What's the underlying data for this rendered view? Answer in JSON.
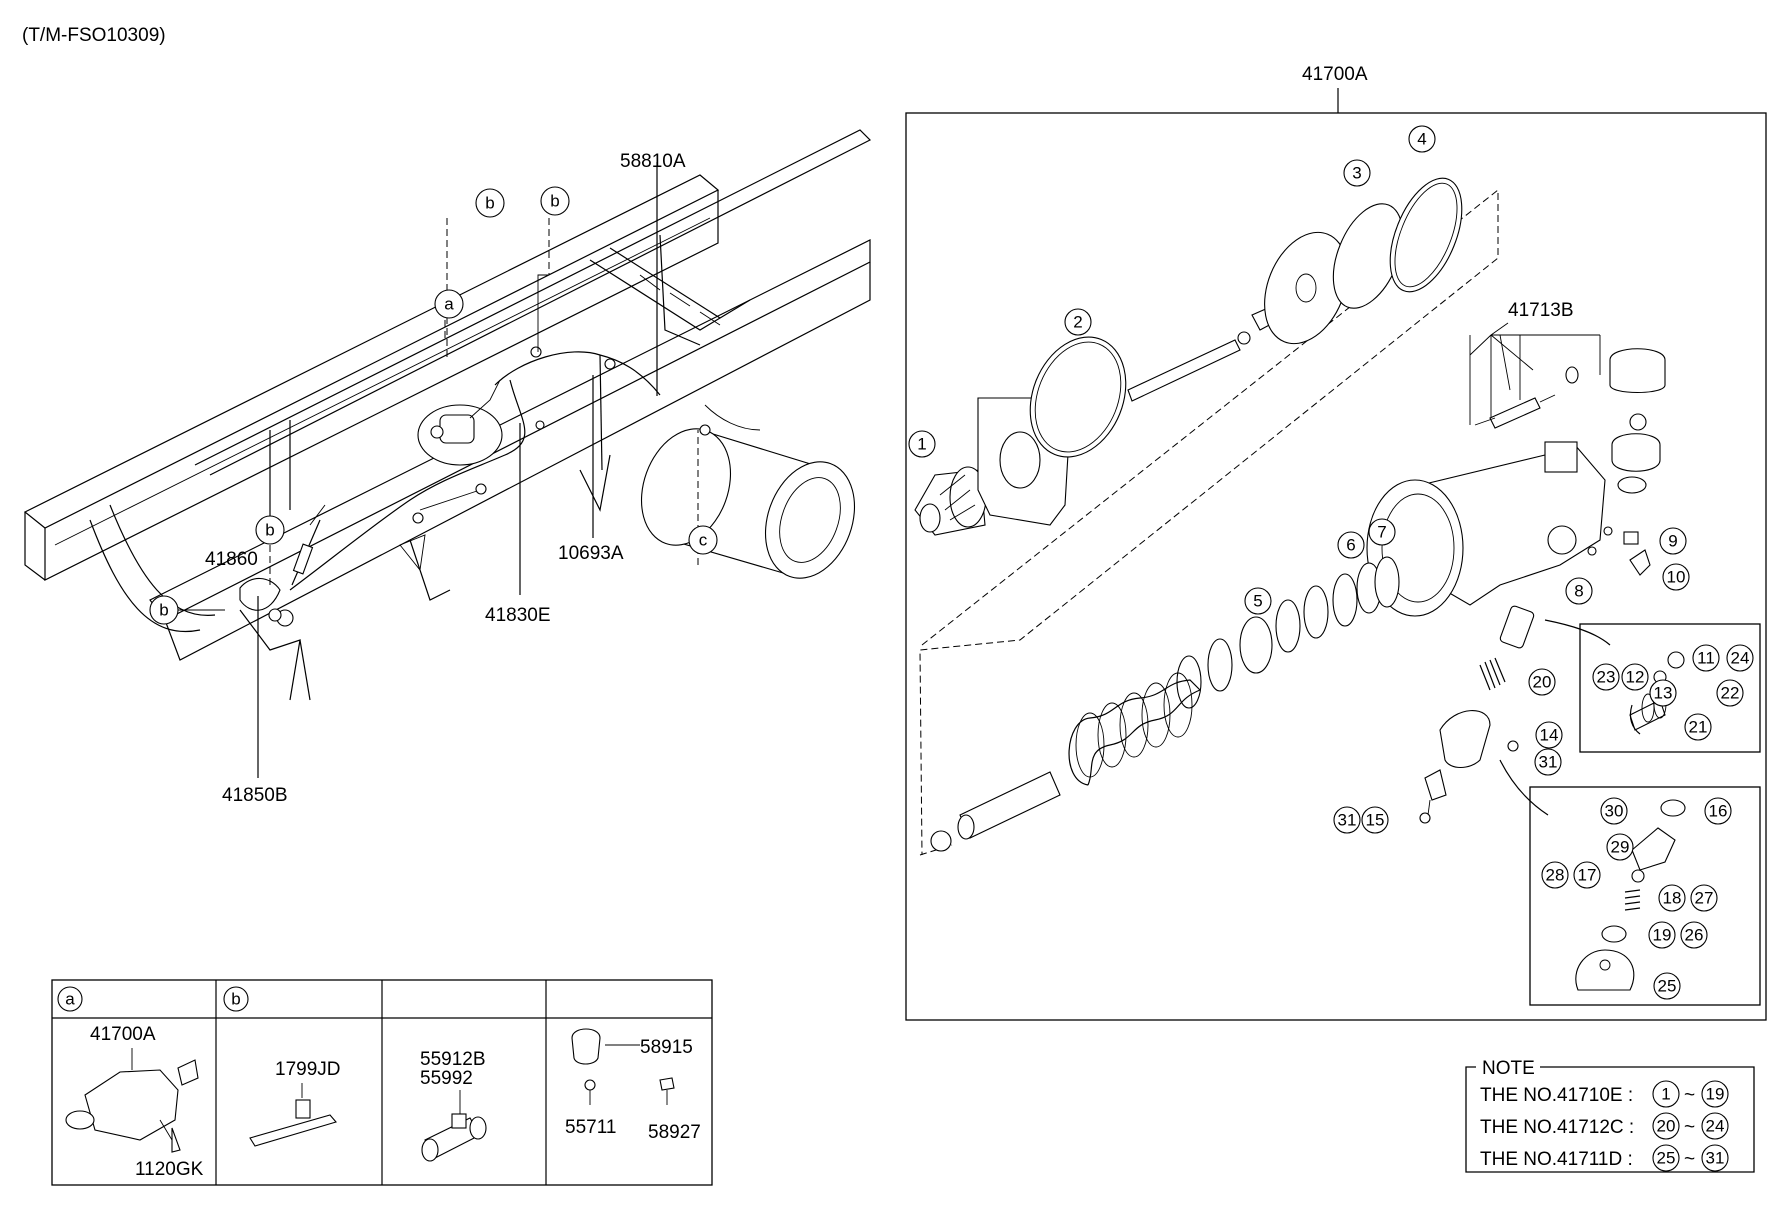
{
  "header": {
    "code": "(T/M-FSO10309)"
  },
  "frame_section": {
    "labels": {
      "reservoir": "58810A",
      "pipe": "10693A",
      "hose_front": "41830E",
      "bracket": "41860",
      "hose_rear": "41850B"
    },
    "callout_letters": {
      "a": "a",
      "b": "b",
      "c": "c"
    }
  },
  "assembly_section": {
    "assembly_label": "41700A",
    "valve_kit_label": "41713B",
    "callouts": [
      "1",
      "2",
      "3",
      "4",
      "5",
      "6",
      "7",
      "8",
      "9",
      "10",
      "11",
      "12",
      "13",
      "14",
      "15",
      "16",
      "17",
      "18",
      "19",
      "20",
      "21",
      "22",
      "23",
      "24",
      "25",
      "26",
      "27",
      "28",
      "29",
      "30",
      "31"
    ]
  },
  "legend_table": {
    "headers": [
      "a",
      "b",
      "",
      ""
    ],
    "cells": [
      {
        "parts": [
          "41700A",
          "1120GK"
        ]
      },
      {
        "parts": [
          "1799JD"
        ]
      },
      {
        "parts": [
          "55912B",
          "55992"
        ]
      },
      {
        "parts": [
          "58915",
          "55711",
          "58927"
        ]
      }
    ]
  },
  "note": {
    "title": "NOTE",
    "rows": [
      {
        "text": "THE NO.41710E :",
        "from": "1",
        "tilde": "~",
        "to": "19"
      },
      {
        "text": "THE NO.41712C :",
        "from": "20",
        "tilde": "~",
        "to": "24"
      },
      {
        "text": "THE NO.41711D :",
        "from": "25",
        "tilde": "~",
        "to": "31"
      }
    ]
  }
}
